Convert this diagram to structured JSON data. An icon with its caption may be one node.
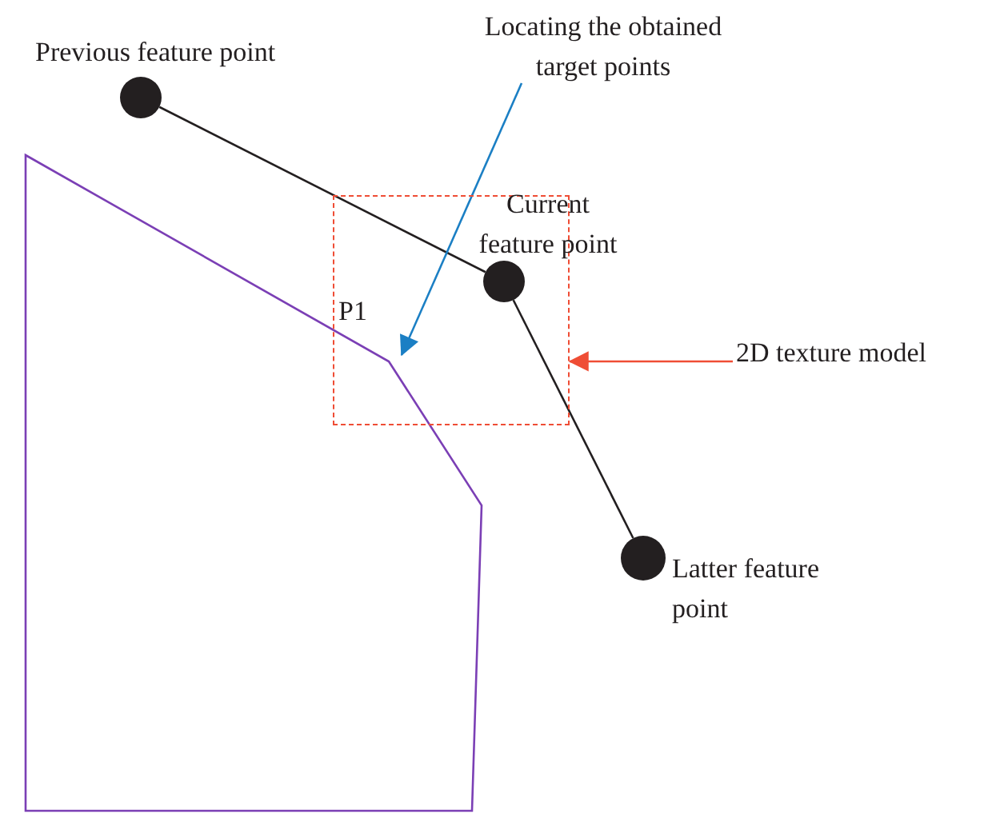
{
  "diagram": {
    "nodes": [
      {
        "text": [],
        "shape": "circle",
        "beside": [
          "Previous feature point"
        ]
      },
      {
        "text": [],
        "shape": "circle",
        "beside": [
          "Current feature point"
        ],
        "in": 3
      },
      {
        "text": [],
        "shape": "circle",
        "beside": [
          "Latter feature point"
        ]
      },
      {
        "text": [],
        "shape": "box"
      },
      {
        "text": [
          "2D texture model"
        ]
      },
      {
        "text": [
          "Locating the obtained target points"
        ]
      },
      {
        "text": [
          "P1"
        ],
        "in": 3
      }
    ],
    "edges": [
      {
        "from": 0,
        "to": 1,
        "arrow": "none"
      },
      {
        "from": 1,
        "to": 2,
        "arrow": "none"
      },
      {
        "from": 4,
        "to": 3,
        "arrow": "to",
        "color": "#ef4d35"
      },
      {
        "from": 5,
        "to": 6,
        "arrow": "to",
        "color": "#1b7fc4"
      }
    ]
  }
}
